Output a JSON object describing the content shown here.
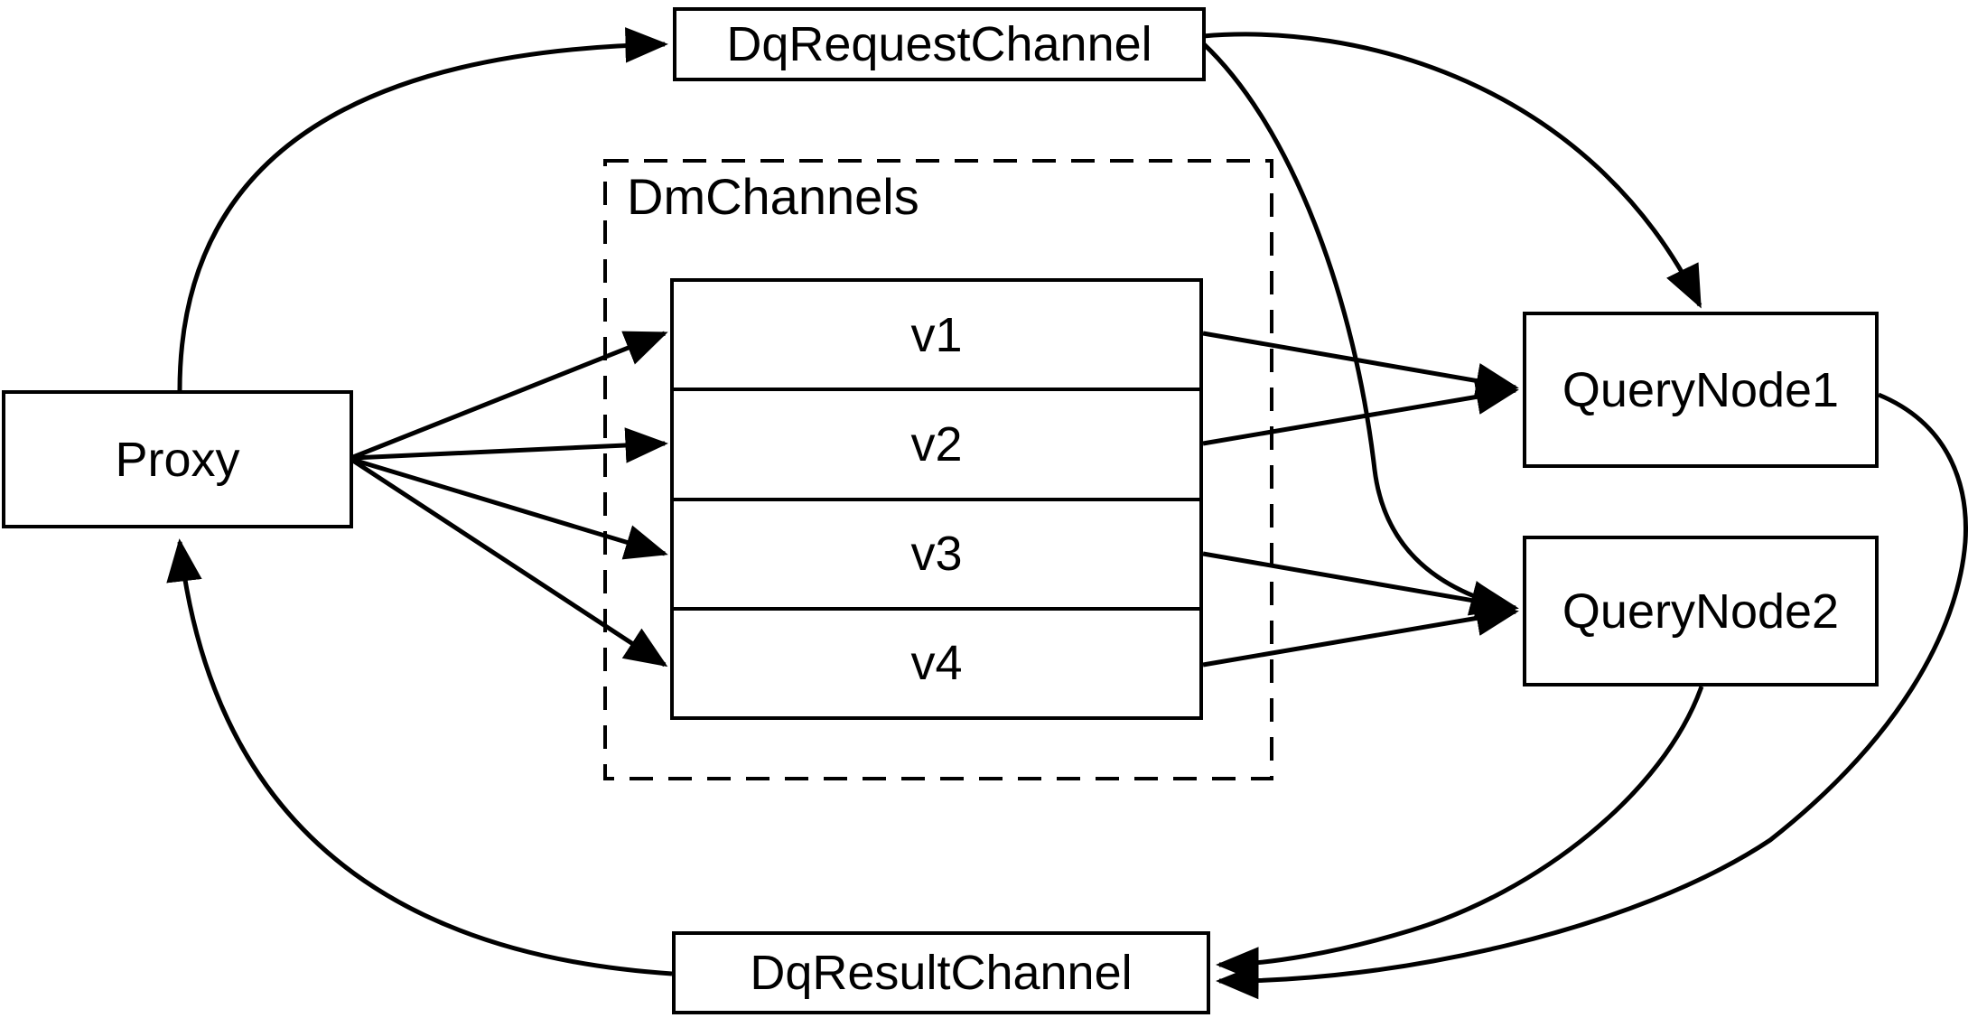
{
  "diagram": {
    "background_color": "#ffffff",
    "stroke_color": "#000000",
    "nodes": {
      "proxy": {
        "label": "Proxy"
      },
      "dq_request_channel": {
        "label": "DqRequestChannel"
      },
      "dm_channels": {
        "label": "DmChannels",
        "channels": [
          "v1",
          "v2",
          "v3",
          "v4"
        ]
      },
      "query_node_1": {
        "label": "QueryNode1"
      },
      "query_node_2": {
        "label": "QueryNode2"
      },
      "dq_result_channel": {
        "label": "DqResultChannel"
      }
    },
    "edges": [
      {
        "from": "Proxy",
        "to": "DqRequestChannel"
      },
      {
        "from": "Proxy",
        "to": "v1"
      },
      {
        "from": "Proxy",
        "to": "v2"
      },
      {
        "from": "Proxy",
        "to": "v3"
      },
      {
        "from": "Proxy",
        "to": "v4"
      },
      {
        "from": "v1",
        "to": "QueryNode1"
      },
      {
        "from": "v2",
        "to": "QueryNode1"
      },
      {
        "from": "v3",
        "to": "QueryNode2"
      },
      {
        "from": "v4",
        "to": "QueryNode2"
      },
      {
        "from": "DqRequestChannel",
        "to": "QueryNode1"
      },
      {
        "from": "DqRequestChannel",
        "to": "QueryNode2"
      },
      {
        "from": "QueryNode1",
        "to": "DqResultChannel"
      },
      {
        "from": "QueryNode2",
        "to": "DqResultChannel"
      },
      {
        "from": "DqResultChannel",
        "to": "Proxy"
      }
    ]
  }
}
